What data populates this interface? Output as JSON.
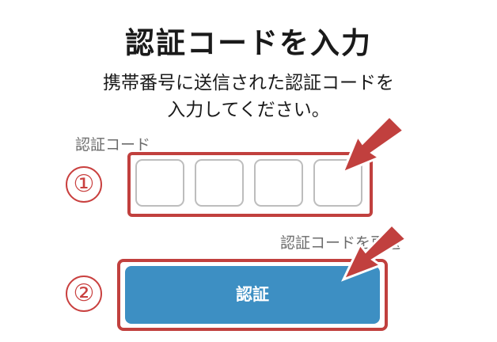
{
  "header": {
    "title": "認証コードを入力",
    "subtitle_line1": "携帯番号に送信された認証コードを",
    "subtitle_line2": "入力してください。"
  },
  "code_entry": {
    "label": "認証コード",
    "digit_count": 4,
    "values": [
      "",
      "",
      "",
      ""
    ]
  },
  "resend": {
    "label": "認証コードを再送"
  },
  "verify_button": {
    "label": "認証"
  },
  "annotations": {
    "step1": "①",
    "step2": "②",
    "highlight_color": "#c1403e",
    "button_color": "#3d8fc3"
  }
}
